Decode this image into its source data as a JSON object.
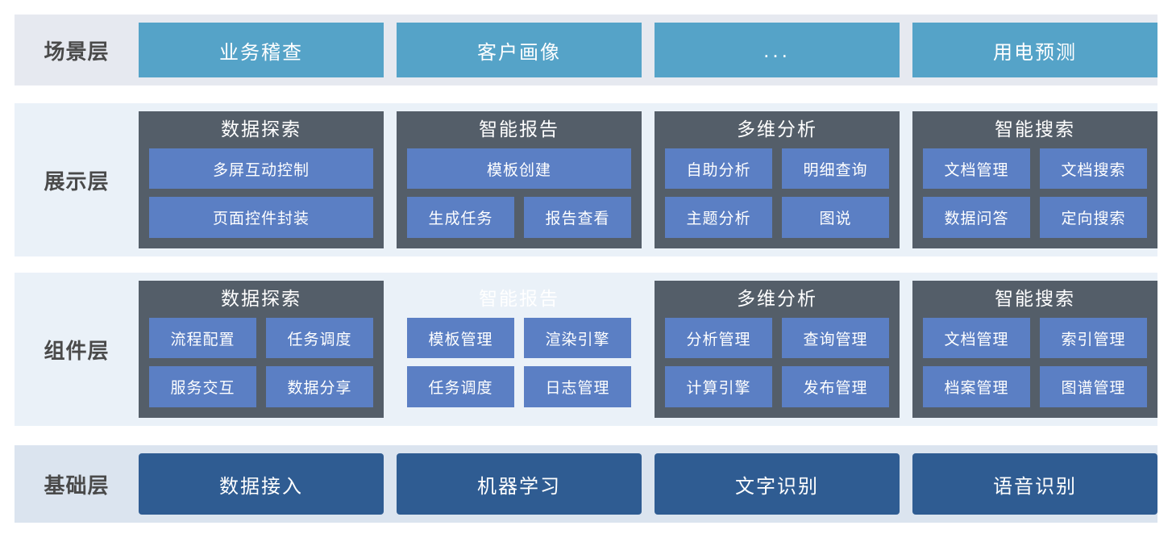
{
  "colors": {
    "scene_band_bg": "#e6e9f0",
    "present_band_bg": "#eaf1f8",
    "component_band_bg": "#eaf1f8",
    "base_band_bg": "#dbe4ef",
    "scene_bar": "#55a3c8",
    "group_card": "#545e69",
    "chip": "#5b7fc4",
    "base_bar": "#2f5c92",
    "label_text": "#4a4a4a"
  },
  "layers": {
    "scene": {
      "label": "场景层",
      "bars": [
        {
          "label": "业务稽查"
        },
        {
          "label": "客户画像"
        },
        {
          "label": "..."
        },
        {
          "label": "用电预测"
        }
      ]
    },
    "present": {
      "label": "展示层",
      "cards": [
        {
          "title": "数据探索",
          "rows": [
            [
              "多屏互动控制"
            ],
            [
              "页面控件封装"
            ]
          ]
        },
        {
          "title": "智能报告",
          "rows": [
            [
              "模板创建"
            ],
            [
              "生成任务",
              "报告查看"
            ]
          ]
        },
        {
          "title": "多维分析",
          "rows": [
            [
              "自助分析",
              "明细查询"
            ],
            [
              "主题分析",
              "图说"
            ]
          ]
        },
        {
          "title": "智能搜索",
          "rows": [
            [
              "文档管理",
              "文档搜索"
            ],
            [
              "数据问答",
              "定向搜索"
            ]
          ]
        }
      ]
    },
    "component": {
      "label": "组件层",
      "cards": [
        {
          "title": "数据探索",
          "rows": [
            [
              "流程配置",
              "任务调度"
            ],
            [
              "服务交互",
              "数据分享"
            ]
          ]
        },
        {
          "title": "智能报告",
          "rows": [
            [
              "模板管理",
              "渲染引擎"
            ],
            [
              "任务调度",
              "日志管理"
            ]
          ]
        },
        {
          "title": "多维分析",
          "rows": [
            [
              "分析管理",
              "查询管理"
            ],
            [
              "计算引擎",
              "发布管理"
            ]
          ]
        },
        {
          "title": "智能搜索",
          "rows": [
            [
              "文档管理",
              "索引管理"
            ],
            [
              "档案管理",
              "图谱管理"
            ]
          ]
        }
      ]
    },
    "base": {
      "label": "基础层",
      "bars": [
        {
          "label": "数据接入"
        },
        {
          "label": "机器学习"
        },
        {
          "label": "文字识别"
        },
        {
          "label": "语音识别"
        }
      ]
    }
  }
}
